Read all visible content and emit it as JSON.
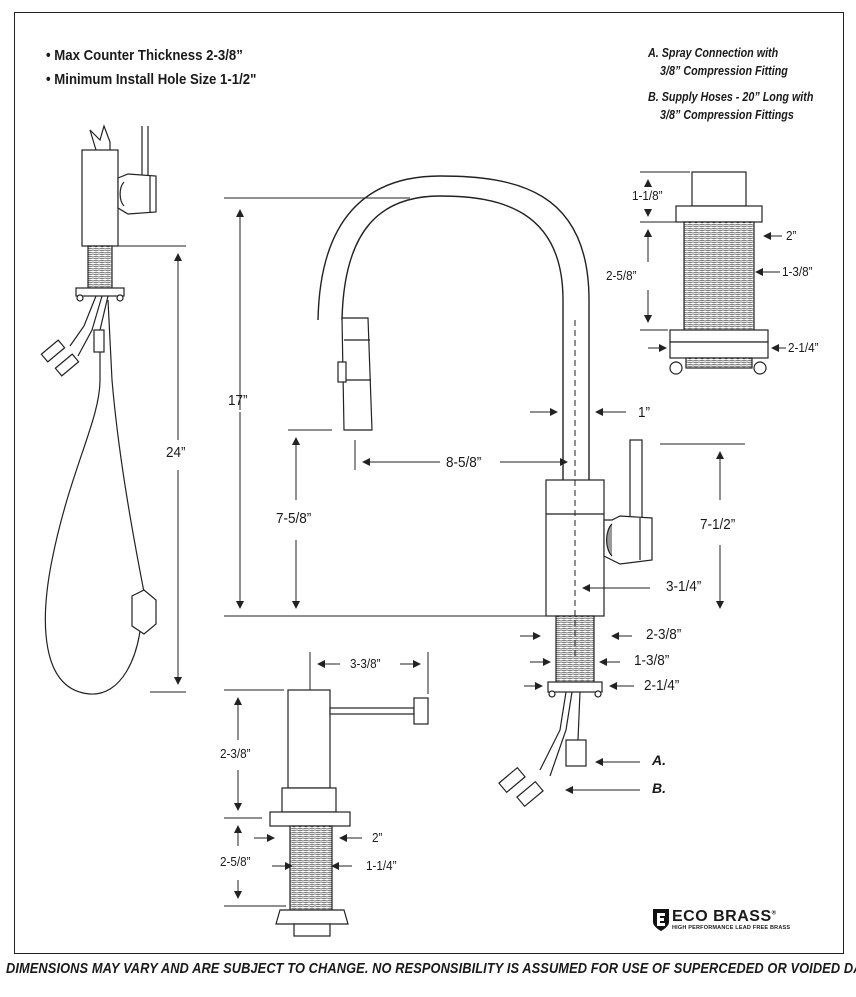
{
  "notes": [
    "• Max Counter Thickness 2-3/8”",
    "• Minimum Install Hole Size 1-1/2\""
  ],
  "legend": {
    "a_line1": "A. Spray Connection with",
    "a_line2": "3/8” Compression Fitting",
    "b_line1": "B. Supply Hoses - 20” Long with",
    "b_line2": "3/8” Compression Fittings"
  },
  "dimensions": {
    "total_height": "17”",
    "spout_clearance": "7-5/8”",
    "spout_reach": "8-5/8”",
    "spout_diameter": "1”",
    "body_height": "7-1/2”",
    "handle_offset": "3-1/4”",
    "counter_thickness": "2-3/8”",
    "shank_diameter": "1-3/8”",
    "nut_width": "2-1/4”",
    "hose_length": "24”"
  },
  "dispenser": {
    "top_width": "3-3/8”",
    "upper_height": "2-3/8”",
    "base_diameter": "2”",
    "shank_height": "2-5/8”",
    "shank_diameter": "1-1/4”"
  },
  "air_gap": {
    "cap_height": "1-1/8”",
    "top_diameter": "2”",
    "shank_height": "2-5/8”",
    "shank_diameter": "1-3/8”",
    "nut_width": "2-1/4”"
  },
  "callouts": {
    "a": "A.",
    "b": "B."
  },
  "logo": {
    "name": "ECO BRASS",
    "trademark": "®",
    "tagline": "HIGH PERFORMANCE LEAD FREE BRASS"
  },
  "footer": "DIMENSIONS MAY VARY AND ARE SUBJECT TO CHANGE. NO RESPONSIBILITY IS ASSUMED FOR USE OF SUPERCEDED OR VOIDED DATA"
}
